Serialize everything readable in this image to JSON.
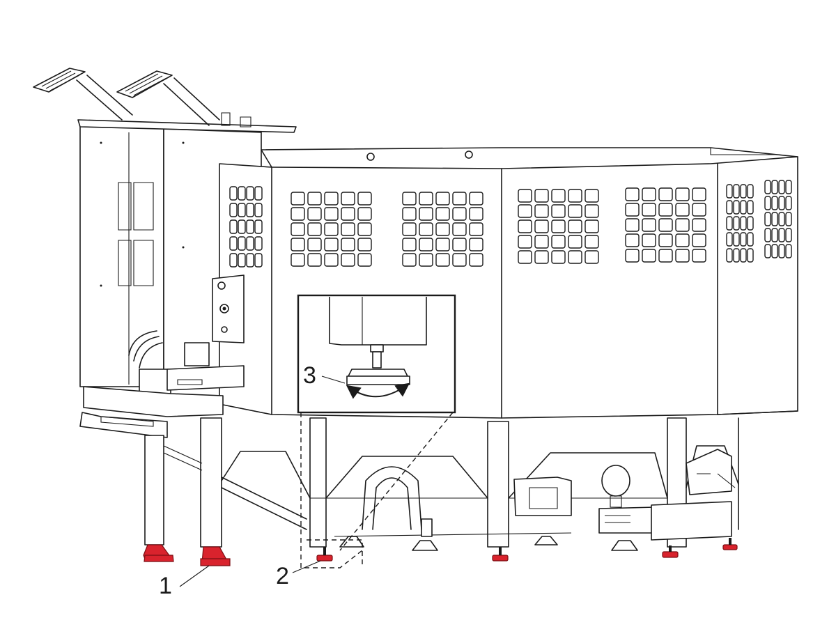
{
  "callouts": {
    "c1": "1",
    "c2": "2",
    "c3": "3"
  },
  "colors": {
    "leveling_foot": "#d9232d",
    "outline": "#1a1a1a",
    "background": "#ffffff"
  },
  "icons": {
    "rotation_arrow": "curved-double-arrow-icon"
  }
}
